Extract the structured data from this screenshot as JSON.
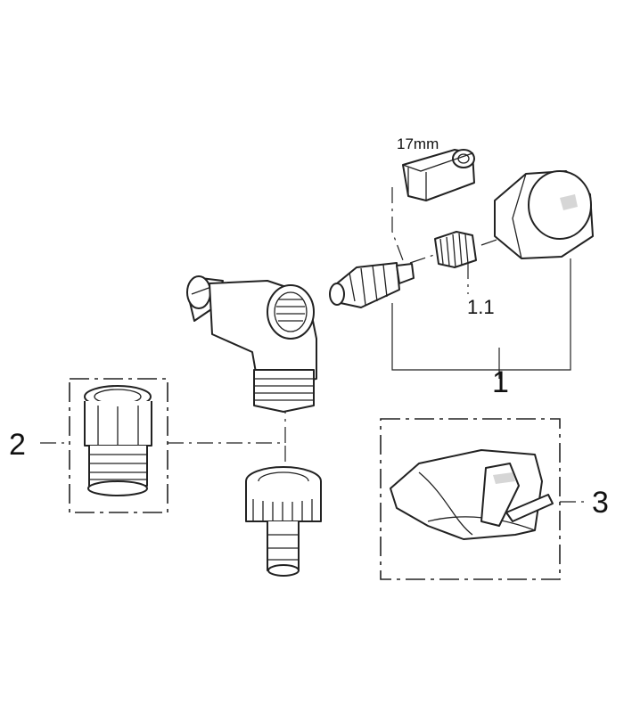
{
  "labels": {
    "wrench_size": "17mm",
    "part_1": "1",
    "part_1_1": "1.1",
    "part_2": "2",
    "part_3": "3"
  },
  "icons": [
    "wrench-socket-icon",
    "valve-cartridge-icon",
    "valve-body-icon",
    "hose-connector-icon",
    "handle-icon"
  ]
}
